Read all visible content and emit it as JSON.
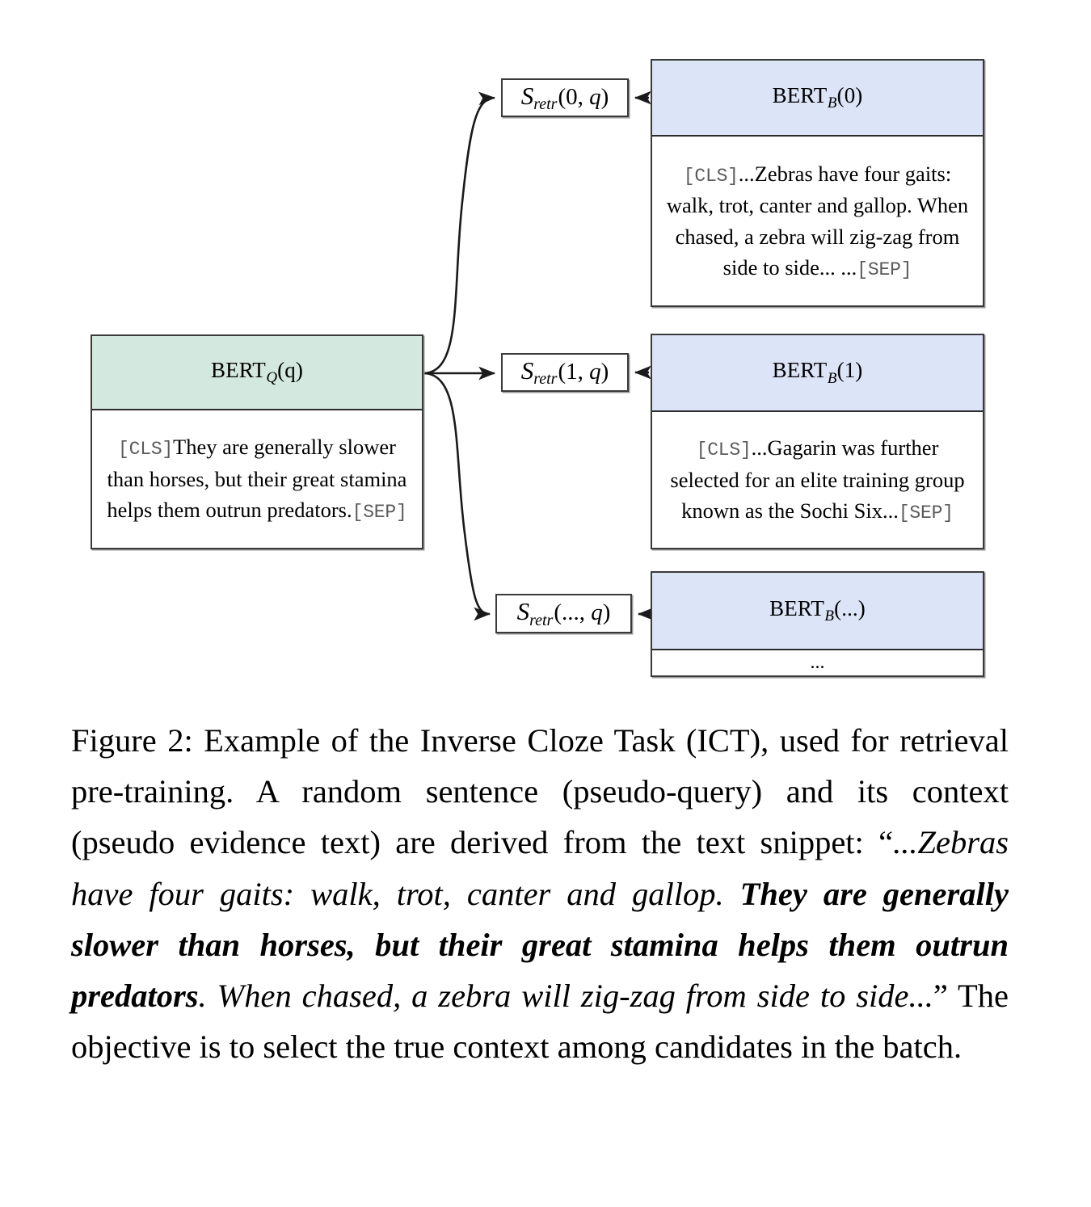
{
  "figure": {
    "colors": {
      "query_header_bg": "#d3e8de",
      "evidence_header_bg": "#dce4f8",
      "box_border": "#3a3a3a",
      "token_text": "#5b5b5b",
      "arrow": "#1a1a1a",
      "page_bg": "#ffffff"
    },
    "query_node": {
      "name": "query-encoder-node",
      "header_label_base": "BERT",
      "header_label_sub": "Q",
      "header_label_arg": "(q)",
      "body": {
        "cls_token": "[CLS]",
        "text": "They are generally slower than horses, but their great stamina helps them outrun predators.",
        "sep_token": "[SEP]"
      }
    },
    "evidence_nodes": [
      {
        "name": "evidence-node-0",
        "header_label_base": "BERT",
        "header_label_sub": "B",
        "header_label_arg": "(0)",
        "body": {
          "cls_token": "[CLS]",
          "text": "...Zebras have four gaits: walk, trot, canter and gallop. When chased, a zebra will zig-zag from side to side... ...",
          "sep_token": "[SEP]"
        }
      },
      {
        "name": "evidence-node-1",
        "header_label_base": "BERT",
        "header_label_sub": "B",
        "header_label_arg": "(1)",
        "body": {
          "cls_token": "[CLS]",
          "text": "...Gagarin was further selected for an elite training group known as the Sochi Six...",
          "sep_token": "[SEP]"
        }
      },
      {
        "name": "evidence-node-ellipsis",
        "header_label_base": "BERT",
        "header_label_sub": "B",
        "header_label_arg": "(...)",
        "body": {
          "cls_token": "",
          "text": "...",
          "sep_token": ""
        }
      }
    ],
    "score_boxes": [
      {
        "name": "score-box-0",
        "base": "S",
        "sub": "retr",
        "args_open": "(0",
        "comma": ", ",
        "q": "q",
        "args_close": ")"
      },
      {
        "name": "score-box-1",
        "base": "S",
        "sub": "retr",
        "args_open": "(1",
        "comma": ", ",
        "q": "q",
        "args_close": ")"
      },
      {
        "name": "score-box-ellipsis",
        "base": "S",
        "sub": "retr",
        "args_open": "(...",
        "comma": ", ",
        "q": "q",
        "args_close": ")"
      }
    ]
  },
  "caption": {
    "label": "Figure 2:",
    "segments": [
      {
        "style": "normal",
        "text": " Example of the Inverse Cloze Task (ICT), used for retrieval pre-training.  A random sentence (pseudo-query) and its context (pseudo evidence text) are derived from the text snippet: “"
      },
      {
        "style": "italic",
        "text": "...Zebras have four gaits: walk, trot, canter and gallop. "
      },
      {
        "style": "bold-italic",
        "text": "They are generally slower than horses, but their great stamina helps them outrun predators"
      },
      {
        "style": "italic",
        "text": ". When chased, a zebra will zig-zag from side to side..."
      },
      {
        "style": "normal",
        "text": "” The objective is to select the true context among candidates in the batch."
      }
    ],
    "plain_text": "Figure 2: Example of the Inverse Cloze Task (ICT), used for retrieval pre-training. A random sentence (pseudo-query) and its context (pseudo evidence text) are derived from the text snippet: “...Zebras have four gaits: walk, trot, canter and gallop. They are generally slower than horses, but their great stamina helps them outrun predators. When chased, a zebra will zig-zag from side to side...” The objective is to select the true context among candidates in the batch."
  }
}
